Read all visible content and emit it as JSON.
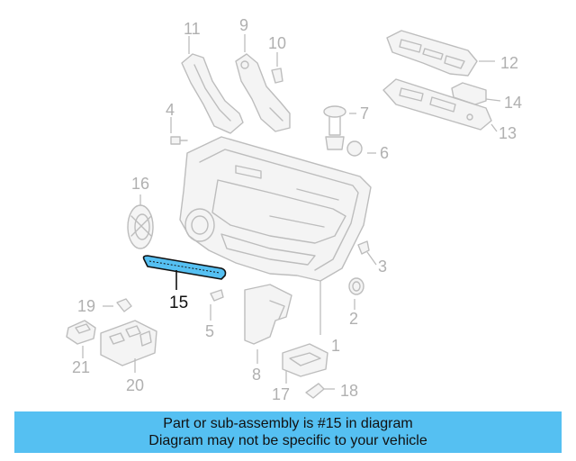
{
  "callouts": {
    "c1": "1",
    "c2": "2",
    "c3": "3",
    "c4": "4",
    "c5": "5",
    "c6": "6",
    "c7": "7",
    "c8": "8",
    "c9": "9",
    "c10": "10",
    "c11": "11",
    "c12": "12",
    "c13": "13",
    "c14": "14",
    "c15": "15",
    "c16": "16",
    "c17": "17",
    "c18": "18",
    "c19": "19",
    "c20": "20",
    "c21": "21"
  },
  "highlighted_part": "15",
  "colors": {
    "highlight": "#55c0f2",
    "banner": "#55c0f2",
    "line": "#bdbdbd",
    "callout_text": "#b0b0b0"
  },
  "banner": {
    "line1": "Part or sub-assembly is #15 in diagram",
    "line2": "Diagram may not be specific to your vehicle"
  }
}
